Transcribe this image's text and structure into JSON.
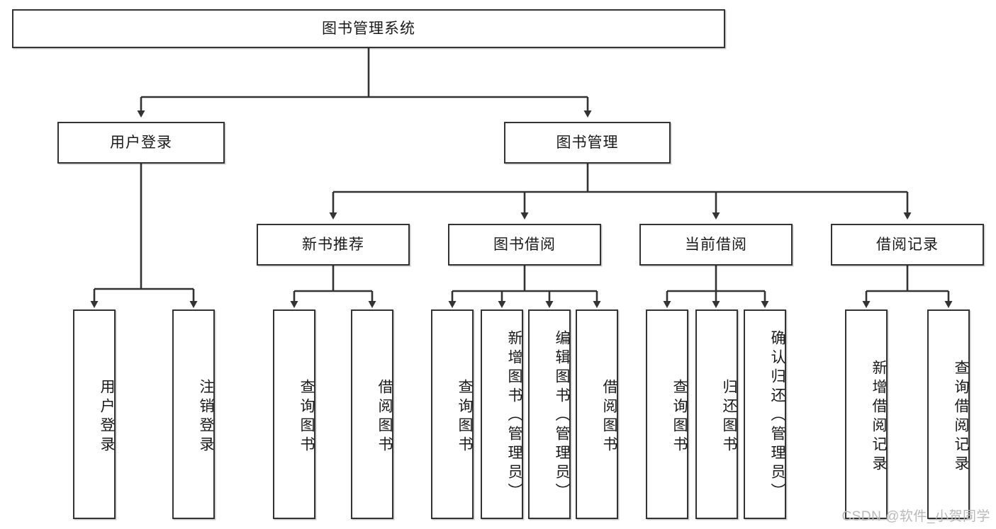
{
  "diagram": {
    "title": "图书管理系统",
    "type": "tree-hierarchy",
    "root": {
      "label": "图书管理系统"
    },
    "level2": [
      {
        "label": "用户登录"
      },
      {
        "label": "图书管理"
      }
    ],
    "level3": [
      {
        "label": "新书推荐"
      },
      {
        "label": "图书借阅"
      },
      {
        "label": "当前借阅"
      },
      {
        "label": "借阅记录"
      }
    ],
    "leaves": {
      "user_login": [
        {
          "label": "用户登录"
        },
        {
          "label": "注销登录"
        }
      ],
      "new_book_recommend": [
        {
          "label": "查询图书"
        },
        {
          "label": "借阅图书"
        }
      ],
      "book_borrow": [
        {
          "label": "查询图书"
        },
        {
          "label": "新增图书（管理员）"
        },
        {
          "label": "编辑图书（管理员）"
        },
        {
          "label": "借阅图书"
        }
      ],
      "current_borrow": [
        {
          "label": "查询图书"
        },
        {
          "label": "归还图书"
        },
        {
          "label": "确认归还（管理员）"
        }
      ],
      "borrow_records": [
        {
          "label": "新增借阅记录"
        },
        {
          "label": "查询借阅记录"
        }
      ]
    }
  },
  "watermark": {
    "text": "CSDN @软件_小贺同学"
  },
  "colors": {
    "border": "#333333",
    "text": "#1a1a1a",
    "background": "#ffffff",
    "watermark": "#b9b9b9"
  }
}
